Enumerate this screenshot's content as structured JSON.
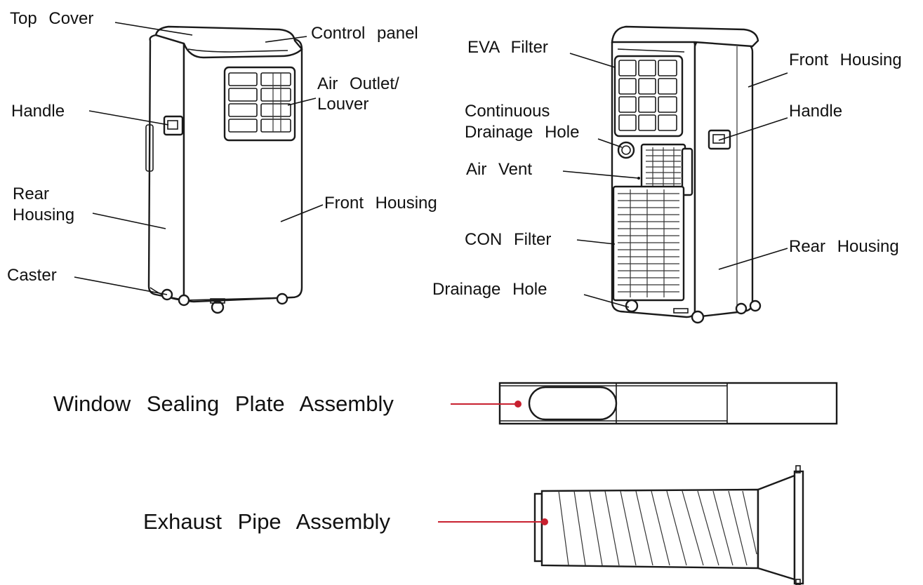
{
  "labels": {
    "top_cover": "Top Cover",
    "control_panel": "Control panel",
    "air_outlet_1": "Air Outlet/",
    "air_outlet_2": "Louver",
    "handle_left": "Handle",
    "rear_housing_left_1": "Rear",
    "rear_housing_left_2": "Housing",
    "front_housing_left": "Front Housing",
    "caster": "Caster",
    "eva_filter": "EVA Filter",
    "front_housing_right": "Front Housing",
    "continuous_drainage_1": "Continuous",
    "continuous_drainage_2": "Drainage Hole",
    "handle_right": "Handle",
    "air_vent": "Air Vent",
    "con_filter": "CON Filter",
    "rear_housing_right": "Rear Housing",
    "drainage_hole": "Drainage Hole",
    "window_sealing": "Window Sealing Plate Assembly",
    "exhaust_pipe": "Exhaust Pipe Assembly"
  },
  "colors": {
    "outline": "#1a1a1a",
    "accent_red": "#c8202f"
  }
}
